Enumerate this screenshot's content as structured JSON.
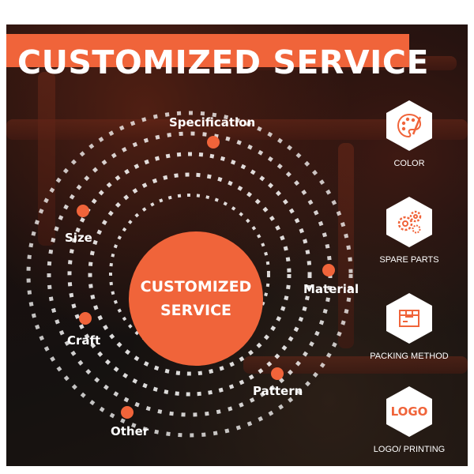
{
  "title": "CUSTOMIZED SERVICE",
  "center": {
    "line1": "CUSTOMIZED",
    "line2": "SERVICE"
  },
  "nodes": [
    {
      "label": "Specification"
    },
    {
      "label": "Size"
    },
    {
      "label": "Material"
    },
    {
      "label": "Craft"
    },
    {
      "label": "Pattern"
    },
    {
      "label": "Other"
    }
  ],
  "side_items": [
    {
      "label": "COLOR",
      "icon": "palette-icon"
    },
    {
      "label": "SPARE PARTS",
      "icon": "gears-icon"
    },
    {
      "label": "PACKING METHOD",
      "icon": "box-icon"
    },
    {
      "label": "LOGO/ PRINTING",
      "icon": "logo-icon",
      "logo_text": "LOGO"
    }
  ],
  "colors": {
    "accent": "#f0643a",
    "text": "#ffffff"
  }
}
